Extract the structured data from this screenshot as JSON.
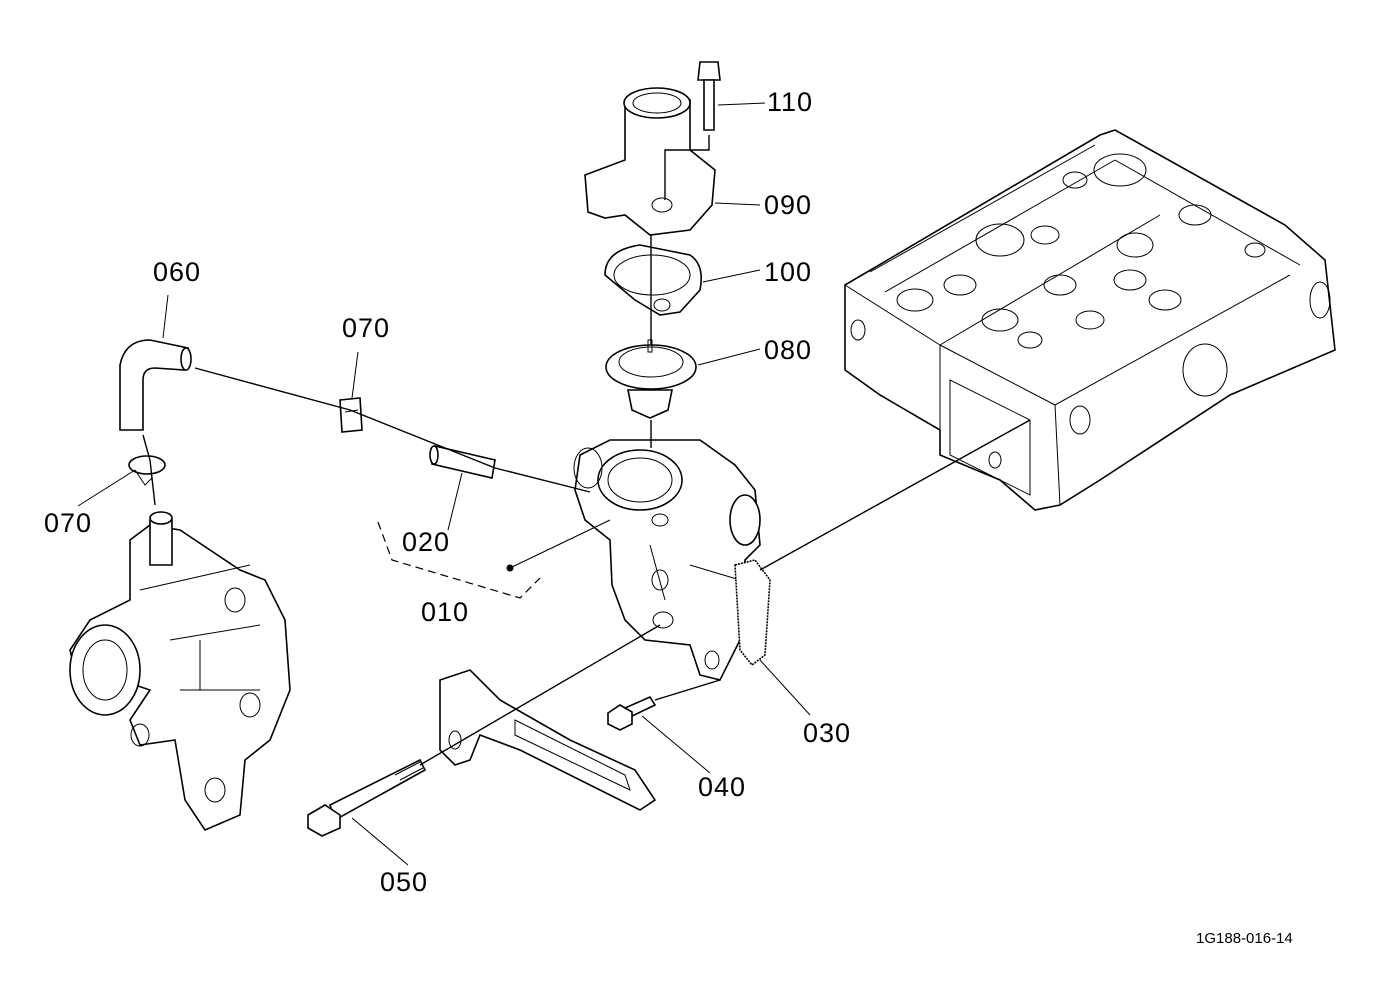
{
  "parts": [
    {
      "id": "p010",
      "number": "010"
    },
    {
      "id": "p020",
      "number": "020"
    },
    {
      "id": "p030",
      "number": "030"
    },
    {
      "id": "p040",
      "number": "040"
    },
    {
      "id": "p050",
      "number": "050"
    },
    {
      "id": "p060",
      "number": "060"
    },
    {
      "id": "p070a",
      "number": "070"
    },
    {
      "id": "p070b",
      "number": "070"
    },
    {
      "id": "p080",
      "number": "080"
    },
    {
      "id": "p090",
      "number": "090"
    },
    {
      "id": "p100",
      "number": "100"
    },
    {
      "id": "p110",
      "number": "110"
    }
  ],
  "drawing_code": "1G188-016-14"
}
